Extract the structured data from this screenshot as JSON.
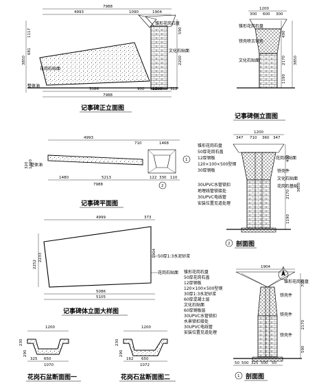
{
  "titles": {
    "front": "记事碑正立面图",
    "side": "记事碑侧立面图",
    "plan": "记事碑平面图",
    "body": "记事碑体立面大样图",
    "sec2": "剖面图",
    "sec1": "剖面图",
    "gsec1": "花岗石盆断面图一",
    "gsec2": "花岗石盆断面图二"
  },
  "markers": {
    "m1": "1",
    "m2": "2",
    "a": "A"
  },
  "front": {
    "top_dims": [
      "7988",
      "4993",
      "1090",
      "1904"
    ],
    "bottom_dims": [
      "5086",
      "900",
      "1200",
      "322",
      "7988"
    ],
    "left_dims": [
      "3850",
      "1117",
      "681"
    ],
    "right_dims": [
      "2200",
      "590"
    ],
    "labels": [
      "锥形花岗石盘",
      "文化石贴面",
      "花岗石贴面",
      "整体油"
    ]
  },
  "side": {
    "top_dims": [
      "1200",
      "300",
      "600",
      "300"
    ],
    "left_dims": [
      "490",
      "2170",
      "1190"
    ],
    "right_dims": [
      "3850"
    ],
    "labels": [
      "锥形花岗石盘",
      "铁壳喷古铜色",
      "文化石贴面"
    ]
  },
  "plan": {
    "top_dims": [
      "4993",
      "710",
      "1468"
    ],
    "left_dims": [
      "320",
      "1200"
    ],
    "bottom_dims": [
      "1480",
      "5213",
      "7988",
      "122",
      "330",
      "110"
    ],
    "labels": [
      "整体油"
    ]
  },
  "body": {
    "top_dims": [
      "4999",
      "373"
    ],
    "left_dims": [
      "2252",
      "2233"
    ],
    "right_dims": [
      "1904"
    ],
    "bottom_dims": [
      "5086",
      "5105"
    ],
    "labels": [
      "50厚1:3水泥砂浆",
      "花岗石贴面"
    ]
  },
  "sec2": {
    "top_dims": [
      "1200",
      "347",
      "710",
      "360",
      "347"
    ],
    "right_dims": [
      "490",
      "2170",
      "3850",
      "1190"
    ],
    "left_labels": [
      "锥形花岗石盘",
      "50厚花岗石盖",
      "12厚钢板",
      "120×100×500型钢",
      "30厚钢板",
      "30UPVC水管锁扣",
      "地埋线管锁接处",
      "30UPVC电线管",
      "安装位置见道处理"
    ],
    "right_labels": [
      "花岗石贴面",
      "铁壳件",
      "文化石贴面",
      "花岗石基础"
    ]
  },
  "sec1": {
    "top_dims": [
      "1904"
    ],
    "right_dims": [
      "700",
      "2170",
      "590"
    ],
    "bottom_dims": [
      "50",
      "500",
      "325",
      "500",
      "50"
    ],
    "left_labels": [
      "锥形花岗石盘",
      "50厚花岗石盖",
      "12厚钢板",
      "120×100×500型钢",
      "30厚1:3水泥砂浆",
      "60厚混凝土层",
      "文化石贴面",
      "60厚钢板层",
      "30UPVC水管锁扣",
      "水景锁扣接处",
      "30UPVC电线管",
      "安装位置见道处理"
    ],
    "right_labels": [
      "锥形花岗石盘",
      "铁壳件",
      "铁壳件",
      "铁壳件"
    ]
  },
  "gsec1": {
    "top_dims": [
      "1200"
    ],
    "left_dims": [
      "230",
      "290"
    ],
    "bottom_dims": [
      "325",
      "650",
      "1070"
    ]
  },
  "gsec2": {
    "top_dims": [
      "1200"
    ],
    "left_dims": [
      "230",
      "290"
    ],
    "bottom_dims": [
      "162",
      "650",
      "1072"
    ]
  }
}
